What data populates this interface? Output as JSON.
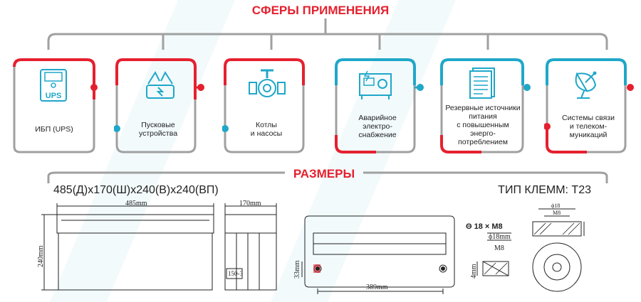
{
  "header": {
    "applications_title": "СФЕРЫ ПРИМЕНЕНИЯ",
    "sizes_title": "РАЗМЕРЫ"
  },
  "applications": [
    {
      "icon": "ups-icon",
      "lines": [
        "ИБП (UPS)"
      ],
      "icon_text": "UPS"
    },
    {
      "icon": "jumper-cables-icon",
      "lines": [
        "Пусковые",
        "устройства"
      ]
    },
    {
      "icon": "valve-pipe-icon",
      "lines": [
        "Котлы",
        "и насосы"
      ]
    },
    {
      "icon": "generator-icon",
      "lines": [
        "Аварийное",
        "электро-",
        "снабжение"
      ]
    },
    {
      "icon": "document-icon",
      "lines": [
        "Резервные источники",
        "питания",
        "с повышенным",
        "энерго-",
        "потреблением"
      ]
    },
    {
      "icon": "satellite-dish-icon",
      "lines": [
        "Системы связи",
        "и телеком-",
        "муникаций"
      ]
    }
  ],
  "dimensions": {
    "summary": "485(Д)x170(Ш)x240(В)x240(ВП)",
    "terminal": "ТИП КЛЕММ: Т23"
  },
  "drawing_labels": {
    "length": "485mm",
    "width": "170mm",
    "height": "240mm",
    "model_tag": "150-3",
    "terminal_pitch": "389mm",
    "terminal_height": "33mm",
    "bolt_spec": "Θ 18 × M8",
    "washer_diam": "ϕ18mm",
    "bolt": "M8",
    "washer_height": "4mm",
    "top_diam": "ϕ18",
    "top_bolt": "M8"
  },
  "colors": {
    "red": "#e5202e",
    "blue": "#1fa7c9",
    "gray": "#a0a0a0"
  }
}
